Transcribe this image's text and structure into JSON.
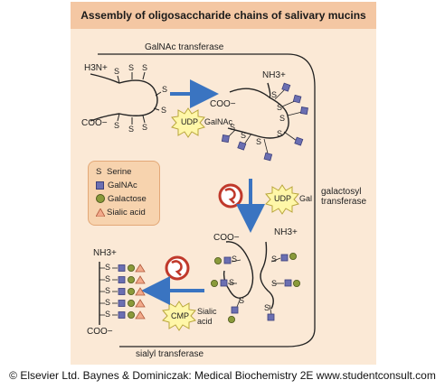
{
  "title": "Assembly of oligosaccharide chains of salivary mucins",
  "enzymes": {
    "galnac": "GalNAc transferase",
    "galactosyl": "galactosyl\ntransferase",
    "sialyl": "sialyl transferase"
  },
  "termini": {
    "h3n": "H3N+",
    "coo1": "COO−",
    "nh3_a": "NH3+",
    "coo2": "COO−",
    "coo3": "COO−",
    "nh3_b": "NH3+",
    "nh3_c": "NH3+",
    "coo4": "COO−"
  },
  "residue_letter": "S",
  "donors": {
    "udp1": "UDP",
    "galnac_label": "GalNAc",
    "udp2": "UDP",
    "gal_label": "Gal",
    "cmp": "CMP",
    "sialic_label": "Sialic\nacid"
  },
  "legend": [
    {
      "symbol": "S",
      "label": "Serine"
    },
    {
      "symbol": "square",
      "label": "GalNAc"
    },
    {
      "symbol": "circle",
      "label": "Galactose"
    },
    {
      "symbol": "triangle",
      "label": "Sialic acid"
    }
  ],
  "colors": {
    "panel": "#fbe9d6",
    "title_bar": "#f4c7a3",
    "galnac": "#6b6fb2",
    "galactose": "#8a9a3a",
    "sialic": "#f2a98a",
    "arrow": "#3a74c1",
    "burst": "#fff7a8",
    "enzyme_icon": "#c0392b"
  },
  "footer": "© Elsevier Ltd. Baynes & Dominiczak: Medical Biochemistry 2E www.studentconsult.com"
}
